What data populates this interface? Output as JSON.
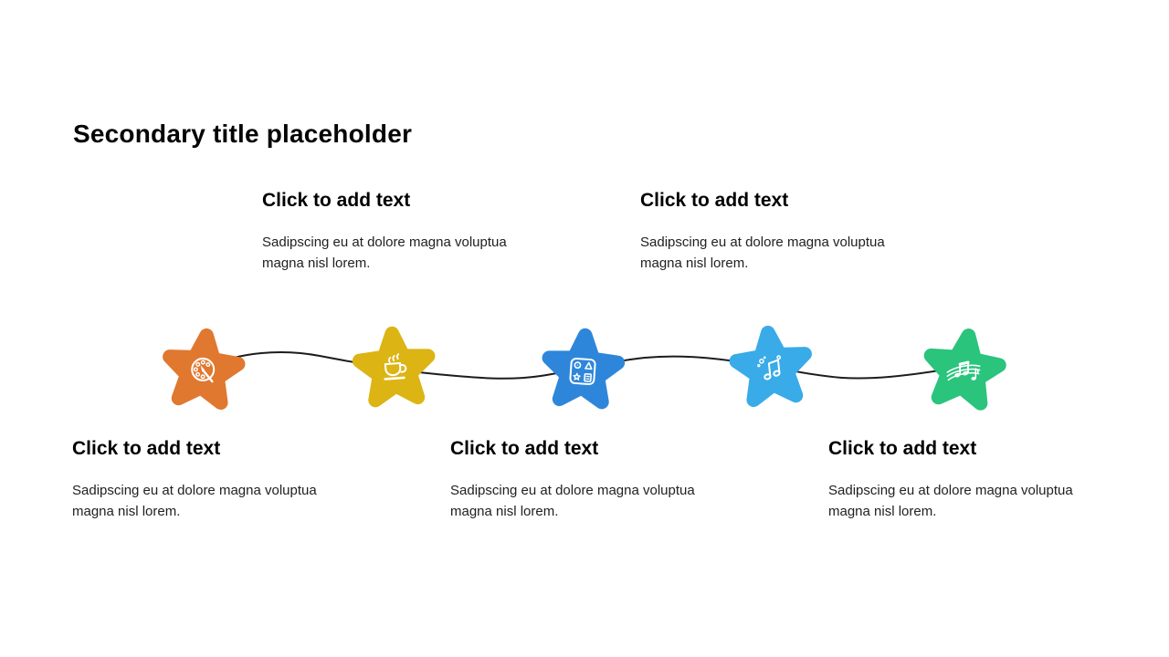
{
  "slide_title": "Secondary title placeholder",
  "colors": {
    "background": "#ffffff",
    "connector": "#1c1c1c",
    "heading_text": "#000000",
    "body_text": "#212121",
    "icon_stroke": "#ffffff"
  },
  "steps": [
    {
      "id": 1,
      "icon": "palette-icon",
      "color": "#E0782F",
      "text_position": "bottom",
      "heading": "Click to add text",
      "body": "Sadipscing eu at dolore magna voluptua magna nisl lorem."
    },
    {
      "id": 2,
      "icon": "coffee-cup-icon",
      "color": "#DCB414",
      "text_position": "top",
      "heading": "Click to add text",
      "body": "Sadipscing eu at dolore magna voluptua magna nisl lorem."
    },
    {
      "id": 3,
      "icon": "shapes-grid-icon",
      "color": "#2E86DB",
      "text_position": "bottom",
      "heading": "Click to add text",
      "body": "Sadipscing eu at dolore magna voluptua magna nisl lorem."
    },
    {
      "id": 4,
      "icon": "music-note-icon",
      "color": "#38ABE8",
      "text_position": "top",
      "heading": "Click to add text",
      "body": "Sadipscing eu at dolore magna voluptua magna nisl lorem."
    },
    {
      "id": 5,
      "icon": "music-staff-icon",
      "color": "#2AC47D",
      "text_position": "bottom",
      "heading": "Click to add text",
      "body": "Sadipscing eu at dolore magna voluptua magna nisl lorem."
    }
  ]
}
